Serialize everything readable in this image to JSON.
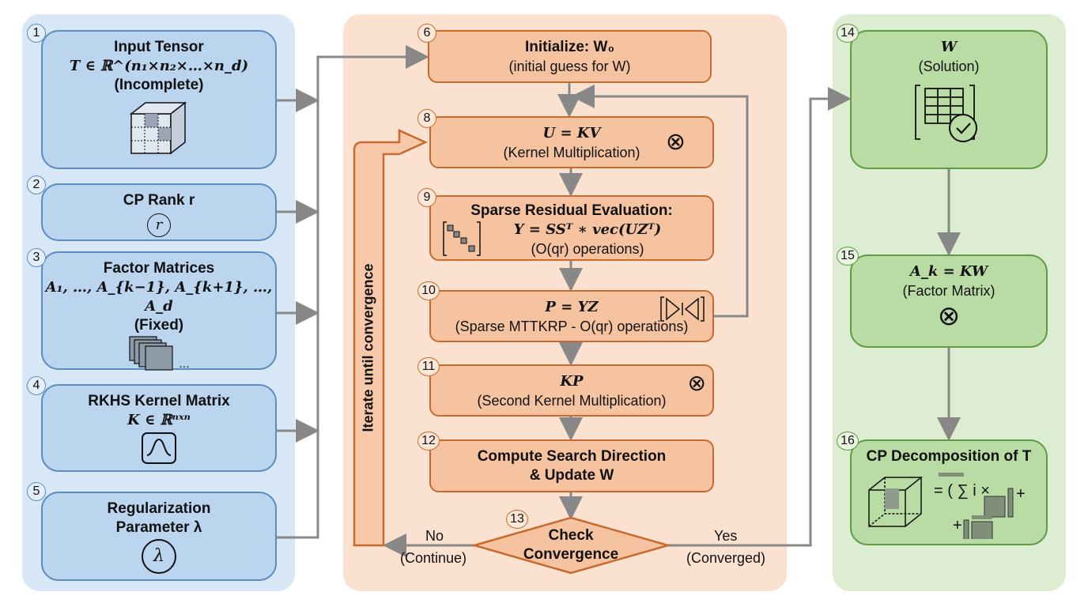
{
  "inputs": [
    {
      "num": "1",
      "title": "Input Tensor",
      "math": "T ∈ ℝ^(n₁×n₂×…×n_d)",
      "sub": "(Incomplete)",
      "icon": "tensor-cube-icon"
    },
    {
      "num": "2",
      "title": "CP Rank r",
      "math": "r",
      "icon": "circled-r-icon"
    },
    {
      "num": "3",
      "title": "Factor Matrices",
      "math": "A₁, …, A_{k−1}, A_{k+1}, …, A_d",
      "sub": "(Fixed)",
      "extra": "...",
      "icon": "stacked-matrices-icon"
    },
    {
      "num": "4",
      "title": "RKHS Kernel Matrix",
      "math": "K ∈ ℝⁿˣⁿ",
      "icon": "kernel-wave-icon"
    },
    {
      "num": "5",
      "title": "Regularization",
      "title2": "Parameter λ",
      "math": "λ",
      "icon": "circled-lambda-icon"
    }
  ],
  "process": [
    {
      "num": "6",
      "title": "Initialize: W₀",
      "sub": "(initial guess for W)"
    },
    {
      "num": "8",
      "math": "U = KV",
      "sub": "(Kernel Multiplication)",
      "icon": "otimes-icon"
    },
    {
      "num": "9",
      "title": "Sparse Residual Evaluation:",
      "math": "Y = SSᵀ ∗ vec(UZᵀ)",
      "sub": "(O(qr) operations)",
      "icon": "sparse-matrix-icon"
    },
    {
      "num": "10",
      "math": "P = YZ",
      "sub": "(Sparse MTTKRP - O(qr) operations)",
      "icon": "mttkrp-icon"
    },
    {
      "num": "11",
      "math": "KP",
      "sub": "(Second Kernel Multiplication)",
      "icon": "otimes-icon"
    },
    {
      "num": "12",
      "title": "Compute Search Direction",
      "title2": "& Update W"
    }
  ],
  "decision": {
    "num": "13",
    "line1": "Check",
    "line2": "Convergence",
    "no": "No",
    "no_sub": "(Continue)",
    "yes": "Yes",
    "yes_sub": "(Converged)"
  },
  "loop_label": "Iterate until convergence",
  "outputs": [
    {
      "num": "14",
      "math": "W",
      "sub": "(Solution)",
      "icon": "solution-table-check-icon"
    },
    {
      "num": "15",
      "math": "A_k = KW",
      "sub": "(Factor Matrix)",
      "icon": "otimes-icon"
    },
    {
      "num": "16",
      "title": "CP Decomposition of T",
      "formula": "= ( ∑ i ×",
      "plus": "+",
      "icon": "cp-decomposition-icon"
    }
  ],
  "colors": {
    "input_panel": "#d8e7f5",
    "process_panel": "#fbe2d0",
    "output_panel": "#dcedd2",
    "arrow": "#888888"
  }
}
